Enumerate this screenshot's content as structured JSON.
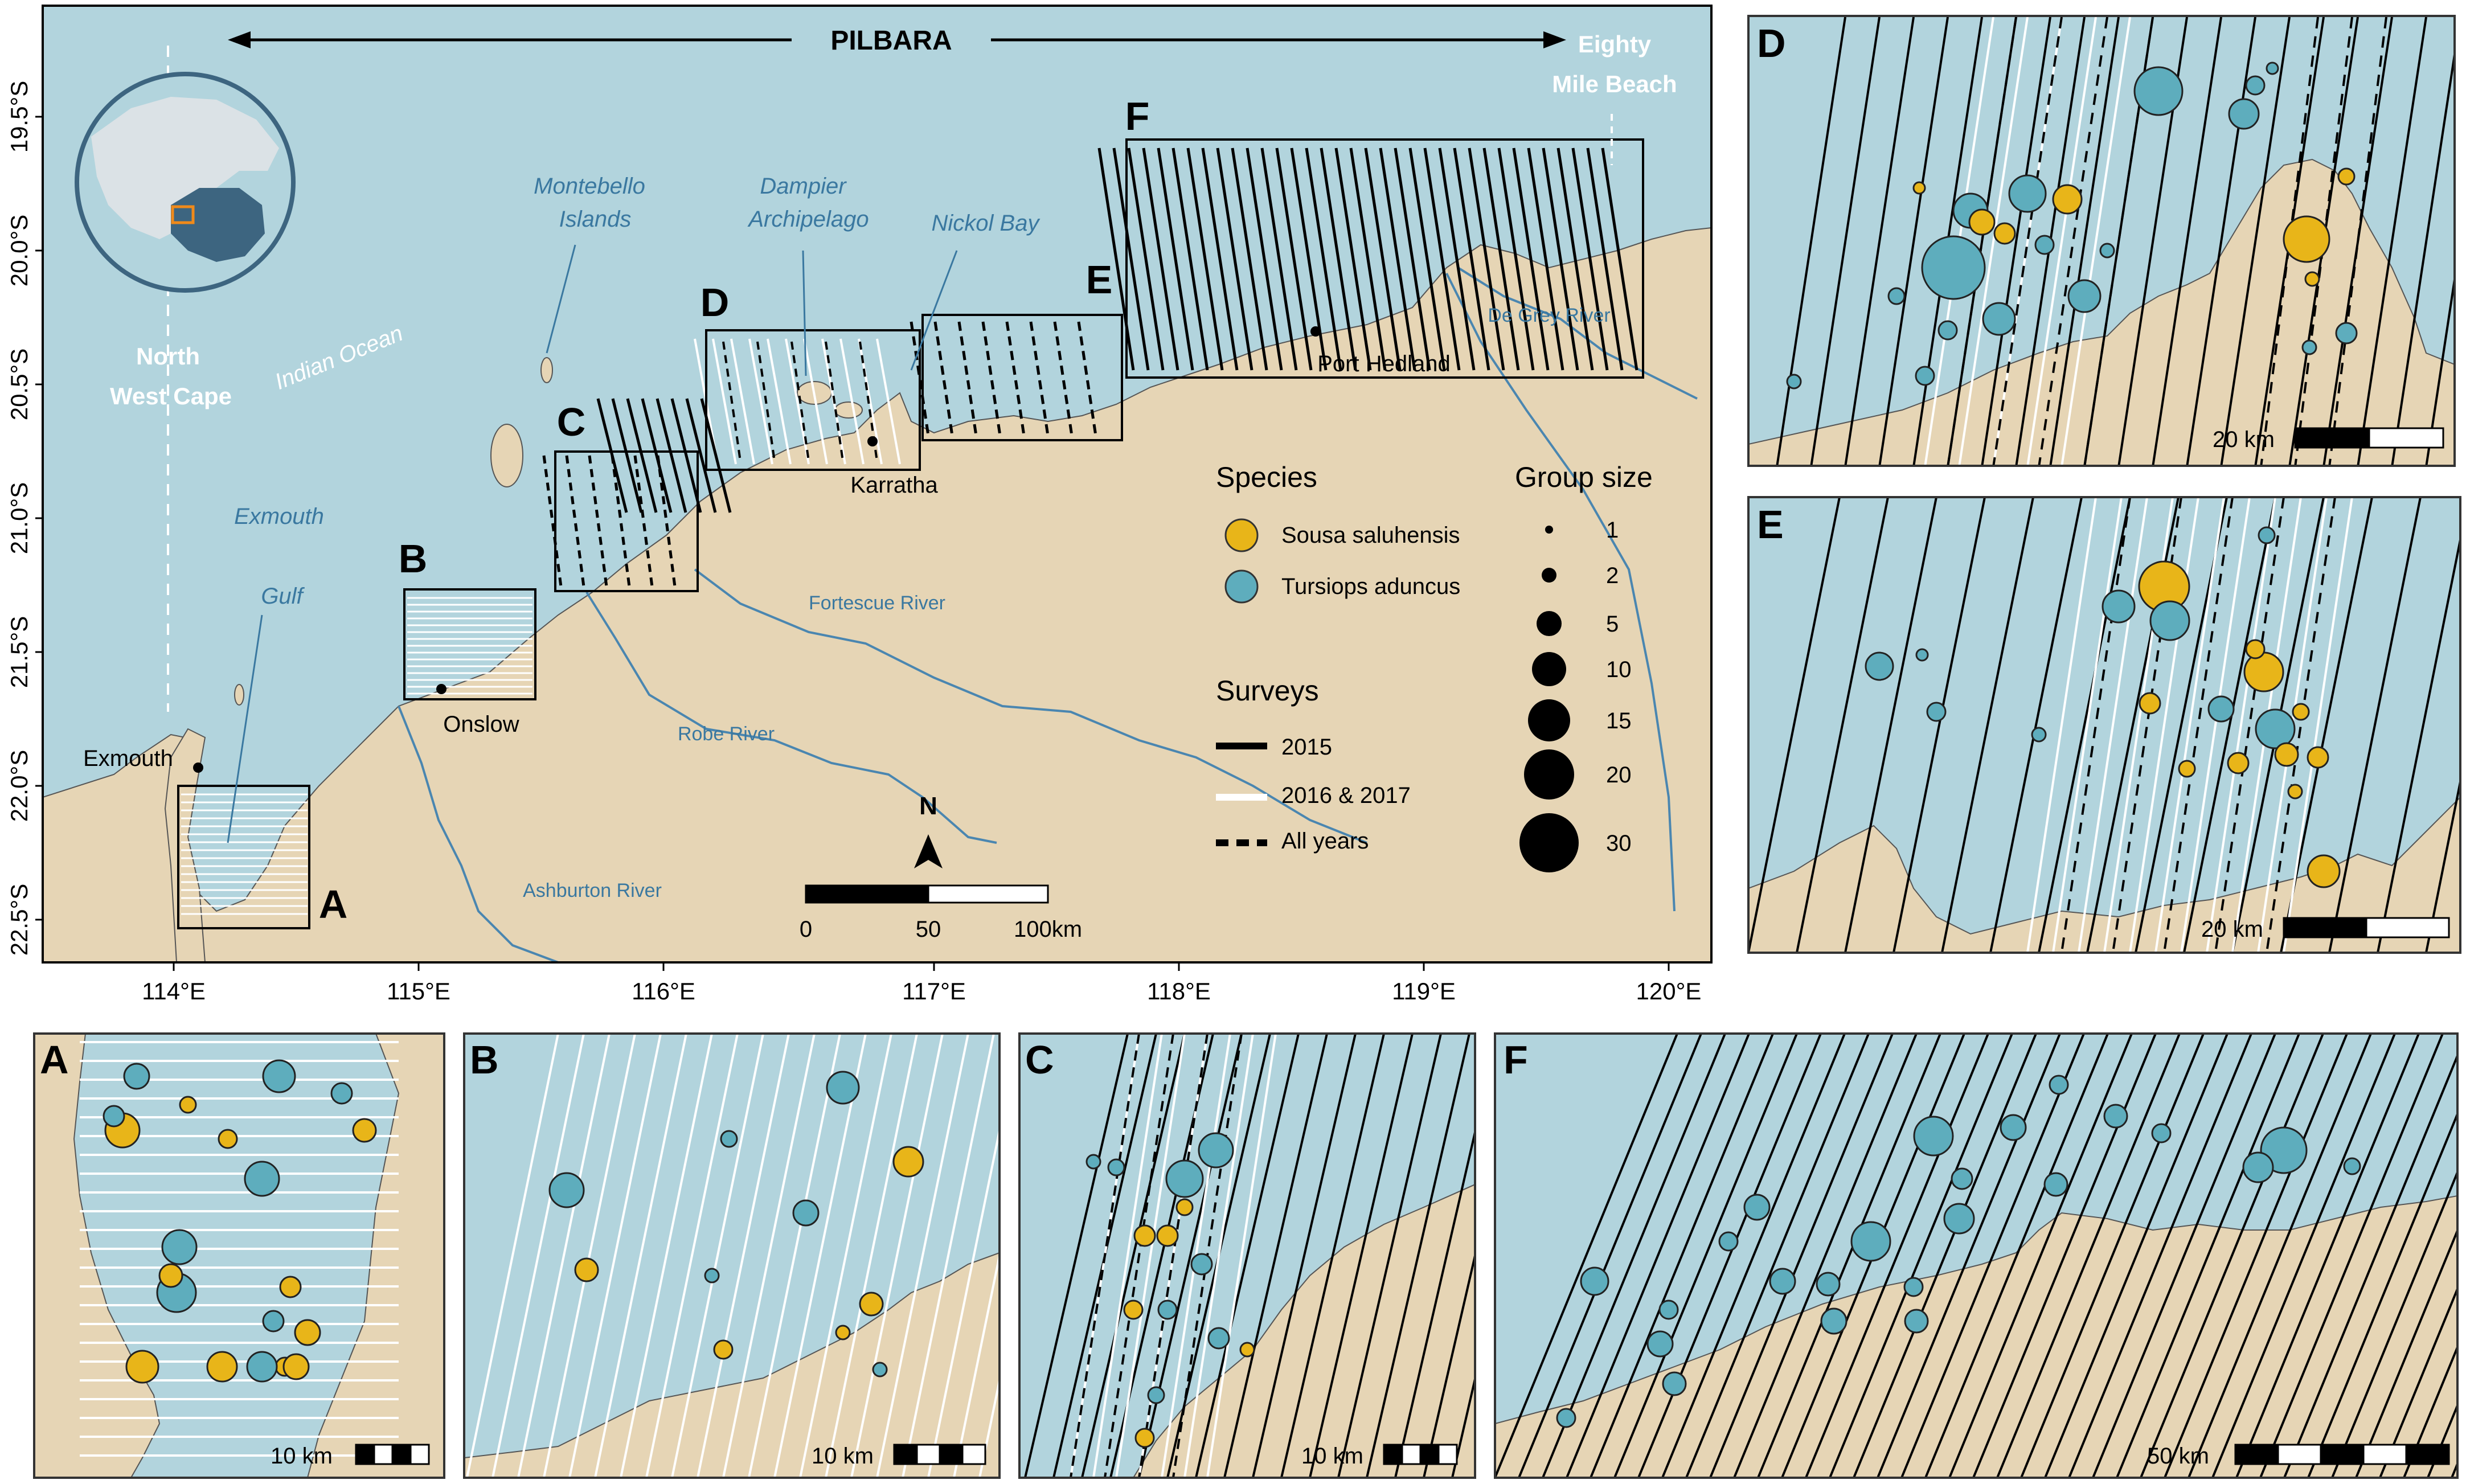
{
  "colors": {
    "sea": "#b2d4dd",
    "land": "#e6d5b5",
    "river": "#4a86b0",
    "sousa": "#e8b519",
    "tursiops": "#5eadbd"
  },
  "main": {
    "region": "PILBARA",
    "eighty_mile_1": "Eighty",
    "eighty_mile_2": "Mile Beach",
    "north_west_cape_1": "North",
    "north_west_cape_2": "West Cape",
    "indian_ocean": "Indian Ocean",
    "montebello_1": "Montebello",
    "montebello_2": "Islands",
    "dampier_1": "Dampier",
    "dampier_2": "Archipelago",
    "nickol_bay": "Nickol Bay",
    "exmouth_gulf_1": "Exmouth",
    "exmouth_gulf_2": "Gulf",
    "exmouth": "Exmouth",
    "onslow": "Onslow",
    "karratha": "Karratha",
    "port_hedland": "Port Hedland",
    "de_grey": "De Grey River",
    "fortescue": "Fortescue River",
    "robe": "Robe River",
    "ashburton": "Ashburton River",
    "north": "N",
    "scale_0": "0",
    "scale_50": "50",
    "scale_100": "100km",
    "lat_ticks": [
      "19.5°S",
      "20.0°S",
      "20.5°S",
      "21.0°S",
      "21.5°S",
      "22.0°S",
      "22.5°S"
    ],
    "lon_ticks": [
      "114°E",
      "115°E",
      "116°E",
      "117°E",
      "118°E",
      "119°E",
      "120°E"
    ],
    "boxes": [
      "A",
      "B",
      "C",
      "D",
      "E",
      "F"
    ]
  },
  "legend": {
    "species_title": "Species",
    "species": [
      "Sousa saluhensis",
      "Tursiops aduncus"
    ],
    "group_title": "Group size",
    "group_sizes": [
      "1",
      "2",
      "5",
      "10",
      "15",
      "20",
      "30"
    ],
    "surveys_title": "Surveys",
    "surveys": [
      "2015",
      "2016 & 2017",
      "All years"
    ]
  },
  "insets": {
    "A": {
      "letter": "A",
      "scale": "10 km"
    },
    "B": {
      "letter": "B",
      "scale": "10 km"
    },
    "C": {
      "letter": "C",
      "scale": "10 km"
    },
    "D": {
      "letter": "D",
      "scale": "20 km"
    },
    "E": {
      "letter": "E",
      "scale": "20 km"
    },
    "F": {
      "letter": "F",
      "scale": "50 km"
    }
  }
}
